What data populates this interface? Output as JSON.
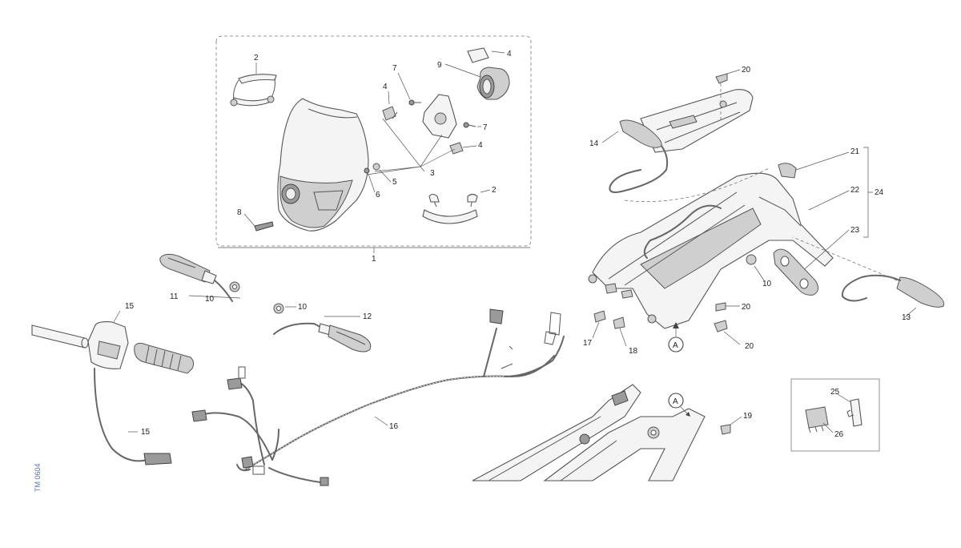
{
  "doc_code": "TM 0604",
  "labels": {
    "p1": "1",
    "p2a": "2",
    "p2b": "2",
    "p3": "3",
    "p4a": "4",
    "p4b": "4",
    "p4c": "4",
    "p5": "5",
    "p6": "6",
    "p7a": "7",
    "p7b": "7",
    "p8": "8",
    "p9": "9",
    "p10a": "10",
    "p10b": "10",
    "p10c": "10",
    "p11": "11",
    "p12": "12",
    "p13": "13",
    "p14": "14",
    "p15": "15",
    "p16": "16",
    "p17": "17",
    "p18": "18",
    "p19": "19",
    "p20a": "20",
    "p20b": "20",
    "p20c": "20",
    "p21": "21",
    "p22": "22",
    "p23": "23",
    "p24": "24",
    "p25": "25",
    "p26": "26"
  },
  "markers": {
    "a1": "A",
    "a2": "A"
  }
}
